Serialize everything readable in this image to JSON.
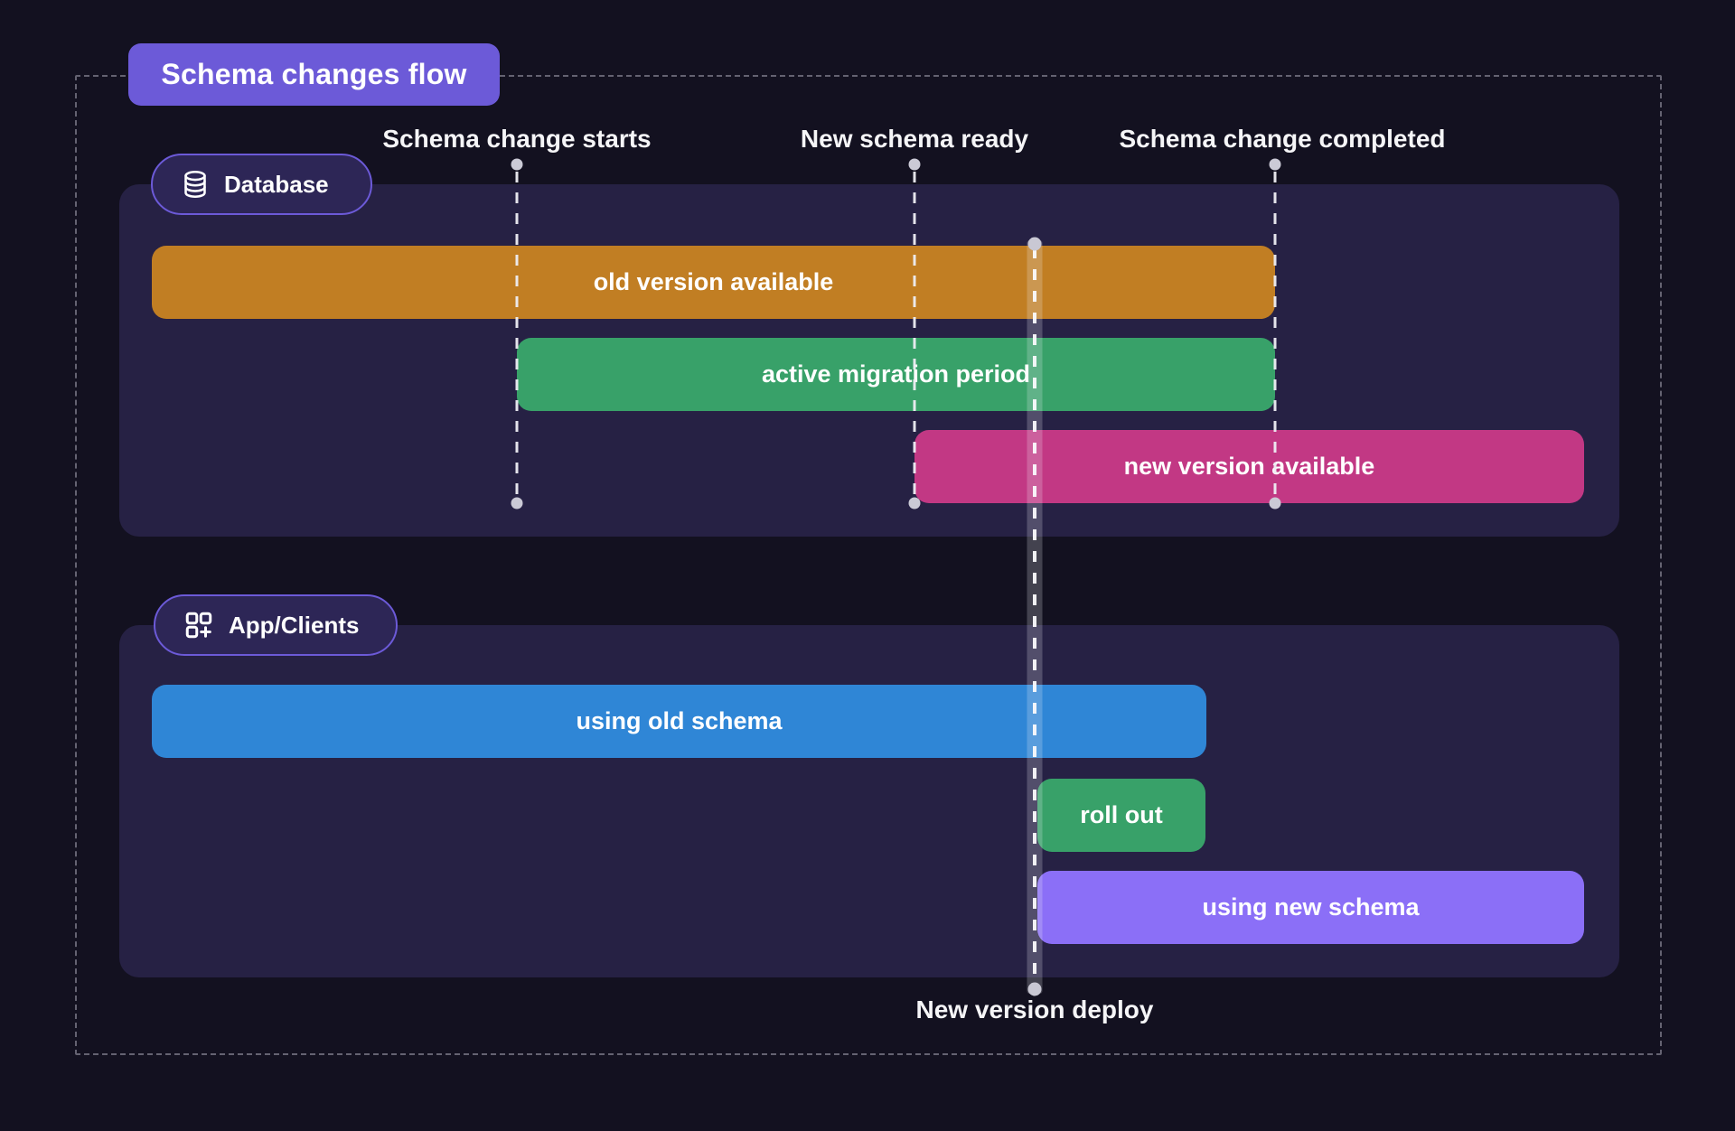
{
  "title": "Schema changes flow",
  "colors": {
    "background": "#131120",
    "panel": "#262144",
    "accent_purple": "#6C5AD8",
    "badge_fill": "#2D2656",
    "orange": "#C17E23",
    "green": "#38A169",
    "magenta": "#C23884",
    "blue": "#2F86D6",
    "violet": "#8B6FF7",
    "milestone_line": "#CBCAD6"
  },
  "milestones": [
    {
      "label": "Schema change starts"
    },
    {
      "label": "New schema ready"
    },
    {
      "label": "Schema change completed"
    }
  ],
  "deploy_marker": {
    "label": "New version deploy"
  },
  "sections": [
    {
      "label": "Database",
      "icon": "database-icon",
      "bars": [
        {
          "label": "old version available",
          "color": "#C17E23"
        },
        {
          "label": "active migration period",
          "color": "#38A169"
        },
        {
          "label": "new version available",
          "color": "#C23884"
        }
      ]
    },
    {
      "label": "App/Clients",
      "icon": "apps-icon",
      "bars": [
        {
          "label": "using old schema",
          "color": "#2F86D6"
        },
        {
          "label": "roll out",
          "color": "#38A169"
        },
        {
          "label": "using new schema",
          "color": "#8B6FF7"
        }
      ]
    }
  ]
}
